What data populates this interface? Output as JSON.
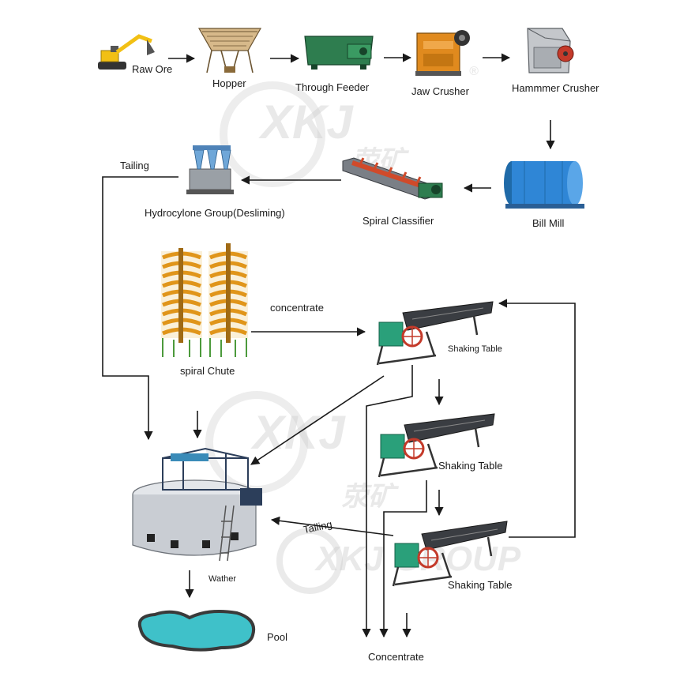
{
  "labels": {
    "raw_ore": "Raw Ore",
    "hopper": "Hopper",
    "through_feeder": "Through Feeder",
    "jaw_crusher": "Jaw Crusher",
    "hammer_crusher": "Hammmer Crusher",
    "ball_mill": "Bill Mill",
    "spiral_classifier": "Spiral Classifier",
    "hydrocyclone": "Hydrocylone Group(Desliming)",
    "tailing_top": "Tailing",
    "spiral_chute": "spiral Chute",
    "concentrate_flow": "concentrate",
    "shaking_table_1": "Shaking Table",
    "shaking_table_2": "Shaking Table",
    "shaking_table_3": "Shaking Table",
    "tailing_bottom": "Tailing",
    "thickener": "Wather",
    "pool": "Pool",
    "concentrate_out": "Concentrate"
  },
  "watermark": {
    "brand": "XKJ",
    "group": "XKJ GROUP",
    "cn": "荥矿",
    "registered": "®"
  },
  "colors": {
    "arrow": "#1a1a1a",
    "feeder_green": "#2e7d4f",
    "crusher_orange": "#e08a1e",
    "mill_blue": "#2f86d6",
    "spiral_orange": "#e0951a",
    "spiral_frame_green": "#4c9a3c",
    "table_green": "#2aa07a",
    "pool_water": "#3fc1c9",
    "thickener_gray": "#c9cdd3"
  }
}
